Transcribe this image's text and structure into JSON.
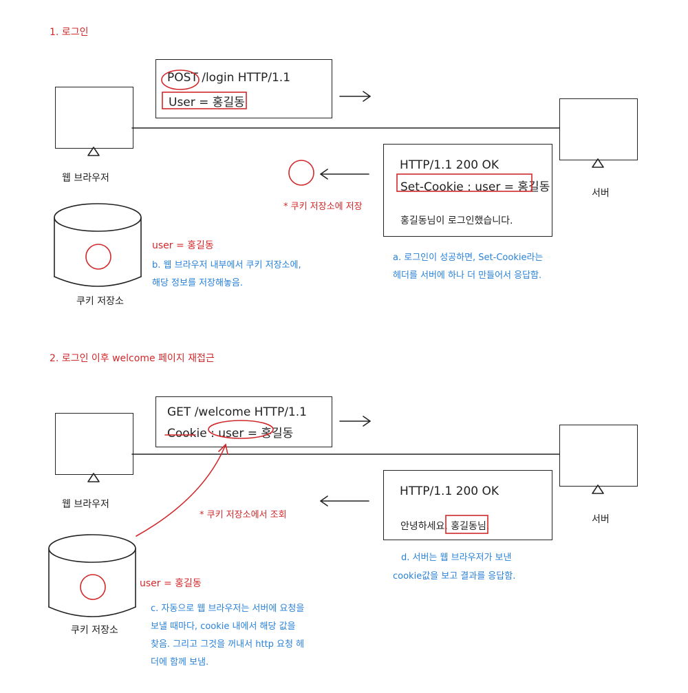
{
  "section1": {
    "title": "1. 로그인",
    "request": {
      "line1": "POST /login HTTP/1.1",
      "line2": "User = 홍길동"
    },
    "response": {
      "line1": "HTTP/1.1 200 OK",
      "line2": "Set-Cookie : user = 홍길동",
      "line3": "홍길동님이 로그인했습니다."
    },
    "browser_label": "웹 브라우저",
    "server_label": "서버",
    "storage_label": "쿠키 저장소",
    "cookie_store_note": "* 쿠키 저장소에 저장",
    "storage_value": "user = 홍길동",
    "note_b": [
      "b. 웹 브라우저 내부에서 쿠키 저장소에,",
      "해당 정보를 저장해놓음."
    ],
    "note_a": [
      "a. 로그인이 성공하면, Set-Cookie라는",
      "헤더를 서버에 하나 더 만들어서 응답함."
    ]
  },
  "section2": {
    "title": "2. 로그인 이후 welcome 페이지 재접근",
    "request": {
      "line1": "GET /welcome HTTP/1.1",
      "line2": "Cookie : user = 홍길동"
    },
    "response": {
      "line1": "HTTP/1.1 200 OK",
      "line2": "안녕하세요. 홍길동님."
    },
    "browser_label": "웹 브라우저",
    "server_label": "서버",
    "storage_label": "쿠키 저장소",
    "lookup_note": "* 쿠키 저장소에서 조회",
    "storage_value": "user = 홍길동",
    "note_d": [
      "d. 서버는 웹 브라우저가 보낸",
      "cookie값을 보고 결과를 응답함."
    ],
    "note_c": [
      "c. 자동으로 웹 브라우저는 서버에 요청을",
      "보낼 때마다, cookie 내에서 해당 값을",
      "찾음. 그리고 그것을 꺼내서 http 요청 헤",
      "더에 함께 보냄."
    ]
  },
  "colors": {
    "accent_red": "#d0282a",
    "note_blue": "#2a82d8",
    "ink": "#222222"
  }
}
